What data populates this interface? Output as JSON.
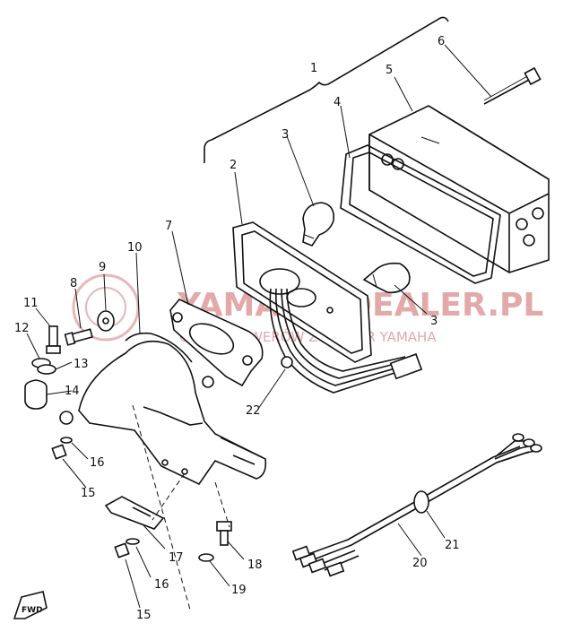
{
  "watermark": {
    "brand": "YAMAHA-DEALER.PL",
    "tagline": "OJCIEC ROWERÓW Z DEALER YAMAHA"
  },
  "callouts": {
    "c1": "1",
    "c2": "2",
    "c3a": "3",
    "c3b": "3",
    "c4": "4",
    "c5": "5",
    "c6": "6",
    "c7": "7",
    "c8": "8",
    "c9": "9",
    "c10": "10",
    "c11": "11",
    "c12": "12",
    "c13": "13",
    "c14": "14",
    "c15a": "15",
    "c15b": "15",
    "c16a": "16",
    "c16b": "16",
    "c17": "17",
    "c18": "18",
    "c19": "19",
    "c20": "20",
    "c21": "21",
    "c22": "22"
  },
  "front_marker": "FWD"
}
